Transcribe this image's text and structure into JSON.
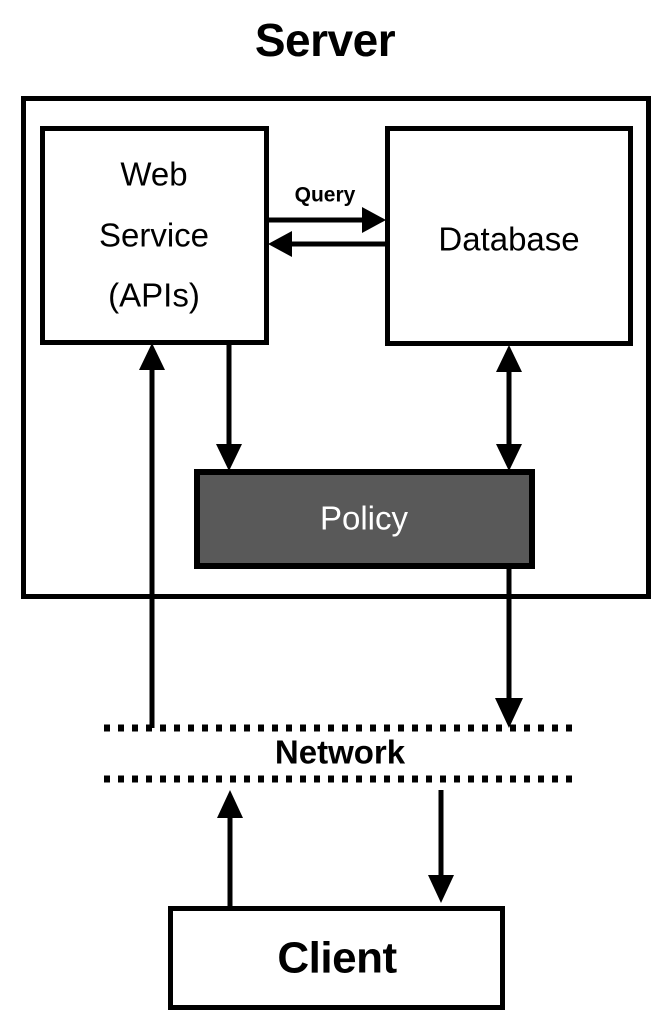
{
  "diagram": {
    "title": "Server",
    "nodes": {
      "web_service": "Web\nService\n(APIs)",
      "web_service_line1": "Web",
      "web_service_line2": "Service",
      "web_service_line3": "(APIs)",
      "database": "Database",
      "policy": "Policy",
      "network": "Network",
      "client": "Client"
    },
    "edge_labels": {
      "query": "Query"
    },
    "colors": {
      "background": "#ffffff",
      "stroke": "#000000",
      "policy_fill": "#595959",
      "policy_text": "#ffffff",
      "box_fill": "#ffffff"
    },
    "connections": [
      {
        "from": "web_service",
        "to": "database",
        "label": "Query",
        "direction": "right"
      },
      {
        "from": "database",
        "to": "web_service",
        "label": "",
        "direction": "left"
      },
      {
        "from": "web_service",
        "to": "policy",
        "label": "",
        "direction": "down"
      },
      {
        "from": "database",
        "to": "policy",
        "label": "",
        "direction": "both"
      },
      {
        "from": "policy",
        "to": "network",
        "label": "",
        "direction": "down"
      },
      {
        "from": "network",
        "to": "web_service",
        "label": "",
        "direction": "up"
      },
      {
        "from": "client",
        "to": "network",
        "label": "",
        "direction": "up"
      },
      {
        "from": "network",
        "to": "client",
        "label": "",
        "direction": "down"
      }
    ]
  }
}
